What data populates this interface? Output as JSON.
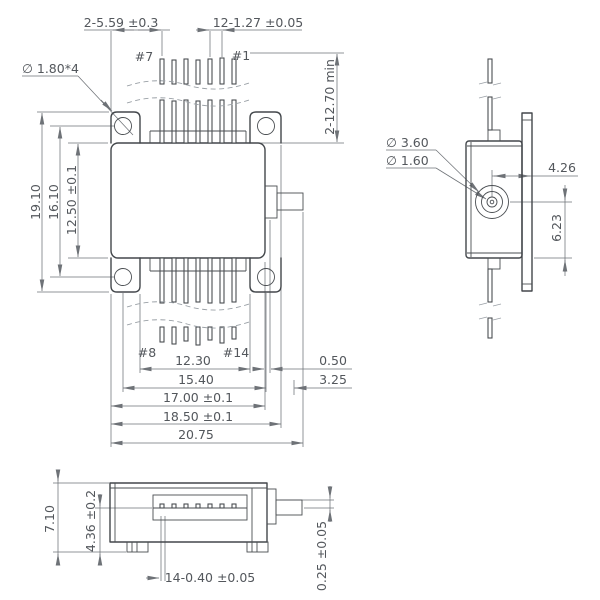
{
  "drawing_type": "mechanical dimension drawing, 14-pin butterfly package",
  "colors": {
    "background": "#ffffff",
    "object_line": "#43474b",
    "dimension_line": "#6e7277",
    "text": "#53575c"
  },
  "views": {
    "front": {
      "labels": {
        "pin7": "#7",
        "pin1": "#1",
        "pin8": "#8",
        "pin14": "#14"
      },
      "dims": {
        "hole_diameter": "∅ 1.80*4",
        "edge_to_pin": "2-5.59 ±0.3",
        "pin_pitch": "12-1.27 ±0.05",
        "pin_length": "2-12.70 min",
        "overall_height": "19.10",
        "hole_spacing_vertical": "16.10",
        "body_height": "12.50 ±0.1",
        "tab_spacing": "12.30",
        "snout_protrusion": "0.50",
        "hole_spacing_horizontal": "15.40",
        "ferrule_offset": "3.25",
        "body_width": "17.00 ±0.1",
        "flange_width": "18.50 ±0.1",
        "overall_width": "20.75"
      }
    },
    "side": {
      "dims": {
        "ferrule_od": "∅ 3.60",
        "ferrule_bore": "∅ 1.60",
        "fiber_offset_horizontal": "4.26",
        "fiber_offset_vertical": "6.23"
      }
    },
    "bottom": {
      "dims": {
        "overall_height": "7.10",
        "pin_centerline_height": "4.36 ±0.2",
        "pin_thickness": "14-0.40 ±0.05",
        "flange_thickness": "0.25 ±0.05"
      }
    }
  }
}
